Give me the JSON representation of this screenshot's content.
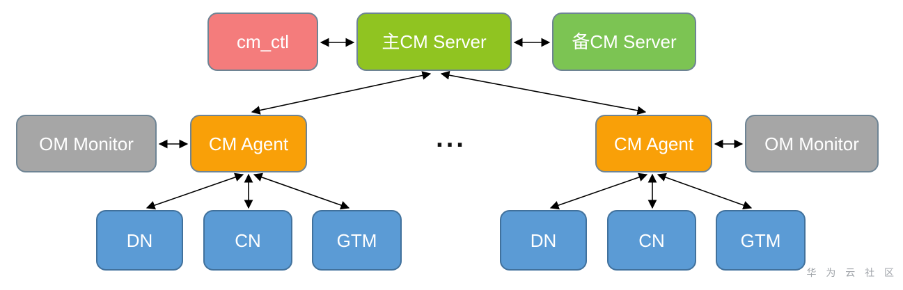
{
  "diagram": {
    "nodes": {
      "cm_ctl": {
        "label": "cm_ctl",
        "fill": "#F47C7C"
      },
      "cm_server_primary": {
        "label": "主CM Server",
        "fill": "#90C421"
      },
      "cm_server_standby": {
        "label": "备CM Server",
        "fill": "#7CC453"
      },
      "om_monitor_left": {
        "label": "OM Monitor",
        "fill": "#A6A6A6"
      },
      "cm_agent_left": {
        "label": "CM Agent",
        "fill": "#F9A008"
      },
      "cm_agent_right": {
        "label": "CM Agent",
        "fill": "#F9A008"
      },
      "om_monitor_right": {
        "label": "OM Monitor",
        "fill": "#A6A6A6"
      },
      "dn_left": {
        "label": "DN",
        "fill": "#5B9BD5"
      },
      "cn_left": {
        "label": "CN",
        "fill": "#5B9BD5"
      },
      "gtm_left": {
        "label": "GTM",
        "fill": "#5B9BD5"
      },
      "dn_right": {
        "label": "DN",
        "fill": "#5B9BD5"
      },
      "cn_right": {
        "label": "CN",
        "fill": "#5B9BD5"
      },
      "gtm_right": {
        "label": "GTM",
        "fill": "#5B9BD5"
      }
    },
    "ellipsis": "...",
    "watermark": "华 为 云 社 区",
    "colors": {
      "background": "#FFFFFF",
      "node_text": "#FFFFFF",
      "node_border": "#6E8494",
      "db_node_border": "#41719C",
      "arrow": "#000000",
      "watermark_text": "#9FA3A8",
      "cm_ctl_fill": "#F47C7C",
      "cm_server_primary_fill": "#90C421",
      "cm_server_standby_fill": "#7CC453",
      "om_monitor_fill": "#A6A6A6",
      "cm_agent_fill": "#F9A008",
      "db_node_fill": "#5B9BD5"
    }
  }
}
